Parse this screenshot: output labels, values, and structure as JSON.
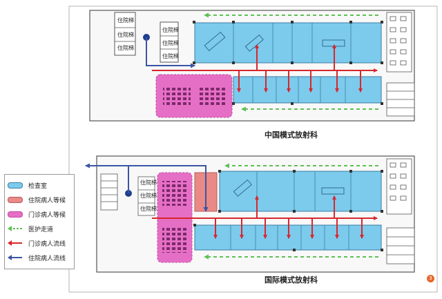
{
  "colors": {
    "exam_room": "#7ccaec",
    "inpatient_wait": "#e98a86",
    "outpatient_wait": "#e66fc6",
    "nursing_corridor": "#5fbf55",
    "outpatient_flow": "#d8262c",
    "inpatient_flow": "#3a55a4"
  },
  "plans": [
    {
      "label": "中国模式放射科",
      "ward_labels": [
        "住院梯",
        "住院梯",
        "住院梯",
        "住院梯",
        "住院梯",
        "住院梯"
      ]
    },
    {
      "label": "国际模式放射科",
      "ward_labels": [
        "住院梯",
        "住院梯",
        "住院梯"
      ]
    }
  ],
  "legend": [
    {
      "label": "检查室",
      "kind": "swatch",
      "color": "#7ccaec"
    },
    {
      "label": "住院病人等候",
      "kind": "swatch",
      "color": "#e98a86"
    },
    {
      "label": "门诊病人等候",
      "kind": "swatch",
      "color": "#e66fc6"
    },
    {
      "label": "医护走道",
      "kind": "dashed-arrow",
      "color": "#5fbf55"
    },
    {
      "label": "门诊病人流线",
      "kind": "arrow",
      "color": "#d8262c"
    },
    {
      "label": "住院病人流线",
      "kind": "arrow",
      "color": "#3a55a4"
    }
  ],
  "page_badge": "3"
}
